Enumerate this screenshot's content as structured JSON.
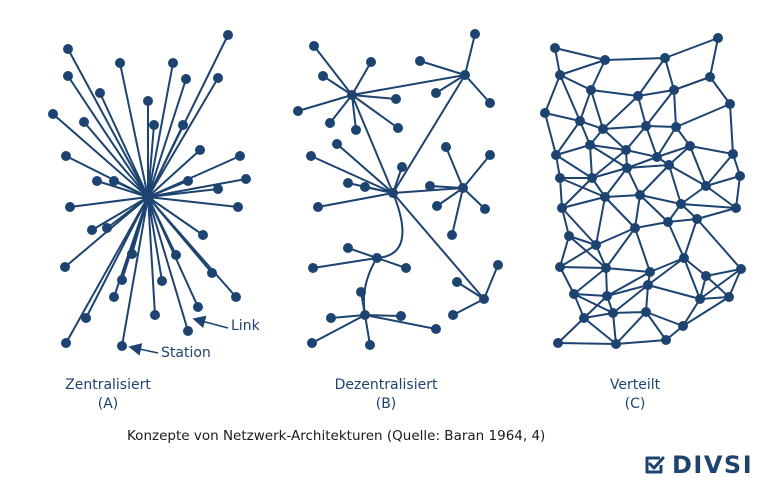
{
  "diagrams": {
    "a": {
      "label": "Zentralisiert",
      "sub": "(A)"
    },
    "b": {
      "label": "Dezentralisiert",
      "sub": "(B)"
    },
    "c": {
      "label": "Verteilt",
      "sub": "(C)"
    }
  },
  "annotations": {
    "link": "Link",
    "station": "Station"
  },
  "caption": "Konzepte von Netzwerk-Architekturen (Quelle: Baran 1964, 4)",
  "brand": {
    "name": "DIVSI"
  },
  "colors": {
    "network": "#1d4370",
    "caption": "#1a1a1a"
  }
}
